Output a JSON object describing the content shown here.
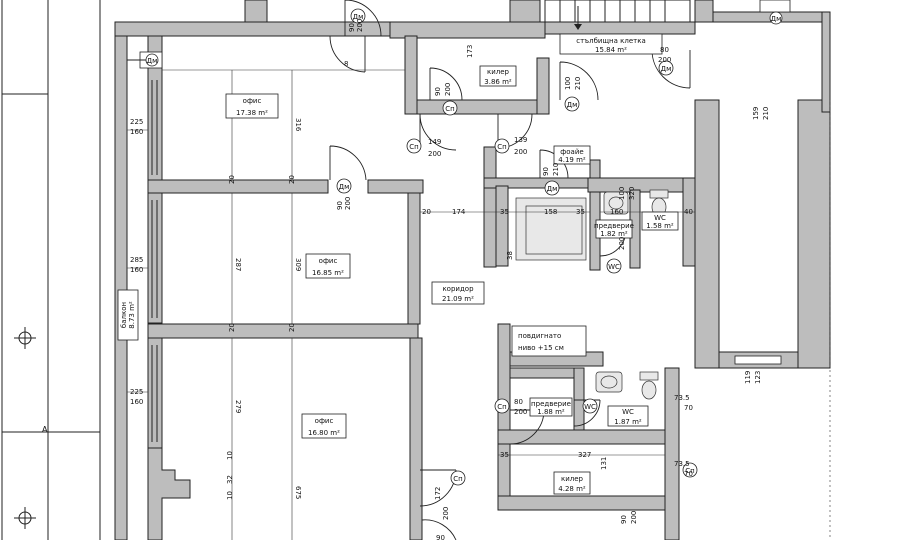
{
  "rooms": [
    {
      "name": "офис",
      "area": "17.38 m²"
    },
    {
      "name": "офис",
      "area": "16.85 m²"
    },
    {
      "name": "офис",
      "area": "16.80 m²"
    },
    {
      "name": "коридор",
      "area": "21.09 m²"
    },
    {
      "name": "фоайе",
      "area": "4.19 m²"
    },
    {
      "name": "стълбищна клетка",
      "area": "15.84 m²"
    },
    {
      "name": "килер",
      "area": "3.86 m²"
    },
    {
      "name": "килер",
      "area": "4.28 m²"
    },
    {
      "name": "балкон",
      "area": "8.73 m²"
    },
    {
      "name": "WC",
      "area": "1.58 m²"
    },
    {
      "name": "WC",
      "area": "1.87 m²"
    },
    {
      "name": "предверие",
      "area": "1.82 m²"
    },
    {
      "name": "предверие",
      "area": "1.88 m²"
    }
  ],
  "note": {
    "line1": "повдигнато",
    "line2": "ниво +15 см"
  },
  "axis_label": "A",
  "door_tags": [
    "Дм",
    "Дм",
    "Сп",
    "Сп",
    "Дм",
    "Дм",
    "Сп",
    "Дм",
    "Сп",
    "Сп",
    "Сп"
  ],
  "win_tags": [
    "Дм",
    "Дм"
  ],
  "wc_tags": [
    "WC",
    "WC"
  ],
  "dims": {
    "d1": "90",
    "d2": "200",
    "d3": "90",
    "d4": "200",
    "d5": "225",
    "d6": "160",
    "d7": "285",
    "d8": "160",
    "d9": "225",
    "d10": "160",
    "d11": "316",
    "d12": "287",
    "d13": "309",
    "d14": "279",
    "d15": "675",
    "d16": "20",
    "d17": "174",
    "d18": "35",
    "d19": "158",
    "d20": "35",
    "d21": "160",
    "d22": "40",
    "d23": "327",
    "d24": "35",
    "d25": "131",
    "d26": "172",
    "d27": "90",
    "d28": "200",
    "d29": "139",
    "d30": "200",
    "d31": "149",
    "d32": "200",
    "d33": "100",
    "d34": "210",
    "d35": "159",
    "d36": "210",
    "d37": "80",
    "d38": "200",
    "d39": "73.5",
    "d40": "70",
    "d41": "119",
    "d42": "123",
    "d43": "200",
    "d44": "80",
    "d45": "100",
    "d46": "320",
    "d47": "73.5",
    "d48": "70",
    "d49": "90",
    "d50": "210",
    "d51": "20",
    "d52": "20",
    "d53": "20",
    "d54": "20",
    "d55": "32",
    "d56": "10",
    "d57": "10",
    "d58": "200",
    "d59": "90",
    "d60": "200",
    "d61": "8",
    "d62": "173",
    "d63": "38",
    "d64": "90",
    "d65": "200"
  }
}
